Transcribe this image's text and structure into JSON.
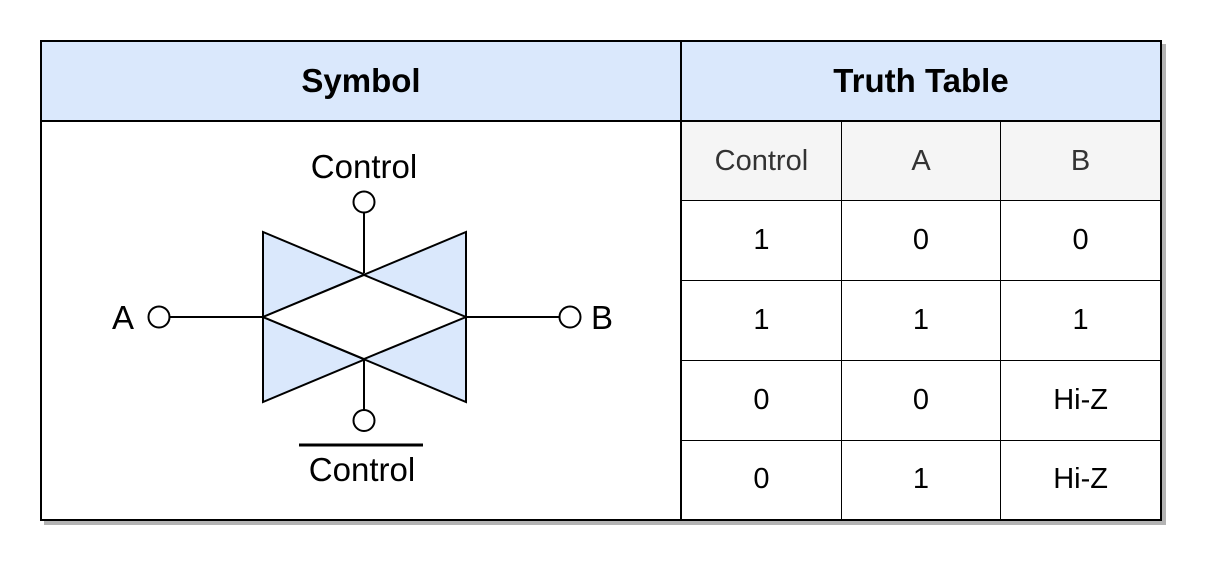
{
  "symbol": {
    "header": "Symbol",
    "labels": {
      "control": "Control",
      "control_bar": "Control",
      "a": "A",
      "b": "B"
    },
    "colors": {
      "triangle_fill": "#dae8fc",
      "stroke": "#000000"
    }
  },
  "truth_table": {
    "header": "Truth Table",
    "columns": [
      "Control",
      "A",
      "B"
    ],
    "rows": [
      [
        "1",
        "0",
        "0"
      ],
      [
        "1",
        "1",
        "1"
      ],
      [
        "0",
        "0",
        "Hi-Z"
      ],
      [
        "0",
        "1",
        "Hi-Z"
      ]
    ]
  },
  "colors": {
    "header_bg": "#dae8fc",
    "column_header_bg": "#f5f5f5"
  }
}
